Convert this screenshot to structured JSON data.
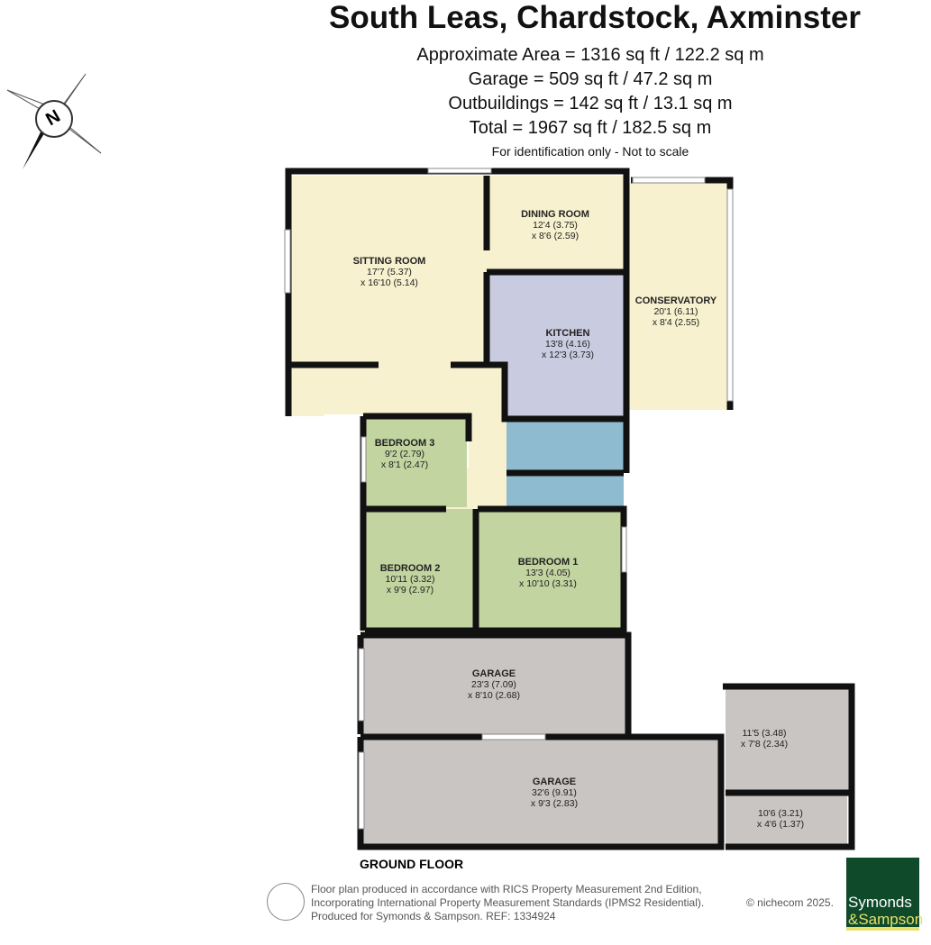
{
  "header": {
    "title": "South Leas, Chardstock, Axminster",
    "areas": [
      "Approximate Area = 1316 sq ft / 122.2 sq m",
      "Garage = 509 sq ft / 47.2 sq m",
      "Outbuildings = 142 sq ft / 13.1 sq m",
      "Total = 1967 sq ft / 182.5 sq m"
    ],
    "note": "For identification only - Not to scale"
  },
  "compass": {
    "label": "N"
  },
  "rooms": {
    "sitting": {
      "name": "SITTING ROOM",
      "d1": "17'7 (5.37)",
      "d2": "x 16'10 (5.14)"
    },
    "dining": {
      "name": "DINING ROOM",
      "d1": "12'4 (3.75)",
      "d2": "x 8'6 (2.59)"
    },
    "kitchen": {
      "name": "KITCHEN",
      "d1": "13'8 (4.16)",
      "d2": "x 12'3 (3.73)"
    },
    "conservatory": {
      "name": "CONSERVATORY",
      "d1": "20'1 (6.11)",
      "d2": "x 8'4 (2.55)"
    },
    "bedroom3": {
      "name": "BEDROOM 3",
      "d1": "9'2 (2.79)",
      "d2": "x 8'1 (2.47)"
    },
    "bedroom2": {
      "name": "BEDROOM 2",
      "d1": "10'11 (3.32)",
      "d2": "x 9'9 (2.97)"
    },
    "bedroom1": {
      "name": "BEDROOM 1",
      "d1": "13'3 (4.05)",
      "d2": "x 10'10 (3.31)"
    },
    "garage1": {
      "name": "GARAGE",
      "d1": "23'3 (7.09)",
      "d2": "x 8'10 (2.68)"
    },
    "garage2": {
      "name": "GARAGE",
      "d1": "32'6 (9.91)",
      "d2": "x 9'3 (2.83)"
    },
    "outbuilding1": {
      "d1": "11'5 (3.48)",
      "d2": "x 7'8 (2.34)"
    },
    "outbuilding2": {
      "d1": "10'6 (3.21)",
      "d2": "x 4'6 (1.37)"
    }
  },
  "floor_label": "GROUND FLOOR",
  "footer": {
    "lines": [
      "Floor plan produced in accordance with RICS Property Measurement 2nd Edition,",
      "Incorporating International Property Measurement Standards (IPMS2 Residential).",
      "Produced for Symonds & Sampson.   REF:  1334924"
    ],
    "copyright": "© nichecom 2025.",
    "logo_line1": "Symonds",
    "logo_line2": "&Sampson"
  },
  "colors": {
    "living": "#f7f1cf",
    "kitchen": "#c9cbe0",
    "bedroom": "#c2d4a0",
    "bathroom": "#8ebbd0",
    "garage": "#c9c5c3",
    "logo": "#0f4a2a"
  }
}
